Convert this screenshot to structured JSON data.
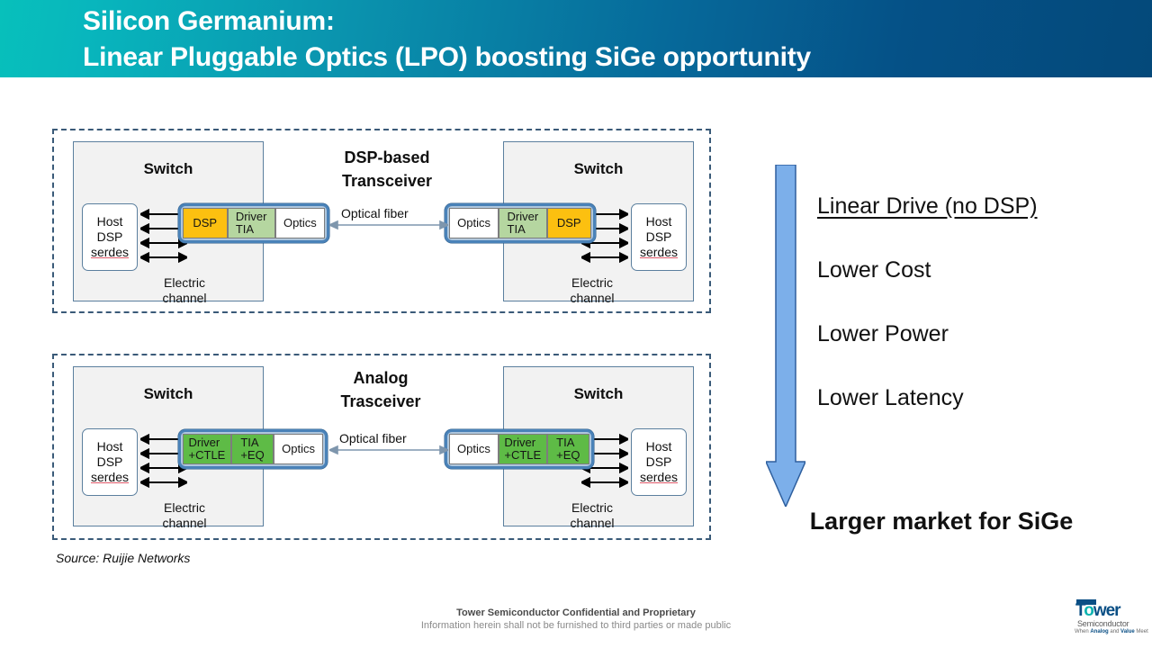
{
  "header": {
    "title": "Silicon Germanium:\nLinear Pluggable Optics (LPO) boosting SiGe opportunity",
    "gradient_from": "#07c0bb",
    "gradient_to": "#04497a"
  },
  "diagrams": [
    {
      "id": "dsp",
      "center_title": "DSP-based\nTransceiver",
      "fiber_label": "Optical fiber",
      "switch_label": "Switch",
      "host_lines": [
        "Host",
        "DSP",
        "serdes"
      ],
      "electric_label": "Electric\nchannel",
      "module_left_cells": [
        "DSP",
        "Driver\nTIA",
        "Optics"
      ],
      "module_right_cells": [
        "Optics",
        "Driver\nTIA",
        "DSP"
      ],
      "colors": {
        "dsp": "#fcc010",
        "driver_tia": "#b5d6a0",
        "optics": "#ffffff",
        "frame": "#4a82b8"
      }
    },
    {
      "id": "analog",
      "center_title": "Analog\nTrasceiver",
      "fiber_label": "Optical fiber",
      "switch_label": "Switch",
      "host_lines": [
        "Host",
        "DSP",
        "serdes"
      ],
      "electric_label": "Electric\nchannel",
      "module_left_cells": [
        "Driver\n+CTLE",
        "TIA\n+EQ",
        "Optics"
      ],
      "module_right_cells": [
        "Optics",
        "Driver\n+CTLE",
        "TIA\n+EQ"
      ],
      "colors": {
        "green": "#5ebb46",
        "optics": "#ffffff",
        "frame": "#4a82b8"
      }
    }
  ],
  "source_credit": "Source: Ruijie Networks",
  "benefits": {
    "arrow_color": "#7cafea",
    "arrow_outline": "#2e5f9e",
    "items": [
      {
        "label": "Linear Drive (no DSP)",
        "underlined": true
      },
      {
        "label": "Lower Cost",
        "underlined": false
      },
      {
        "label": "Lower Power",
        "underlined": false
      },
      {
        "label": "Lower Latency",
        "underlined": false
      }
    ],
    "conclusion": "Larger market for SiGe"
  },
  "footer": {
    "line1": "Tower Semiconductor Confidential and Proprietary",
    "line2": "Information herein shall not be furnished to third parties or made public"
  },
  "logo": {
    "wordmark_part1": "T",
    "wordmark_part2": "o",
    "wordmark_part3": "wer",
    "subtitle": "Semiconductor",
    "tagline_pre": "When ",
    "tagline_b1": "Analog",
    "tagline_mid": " and ",
    "tagline_b2": "Value",
    "tagline_post": " Meet"
  }
}
